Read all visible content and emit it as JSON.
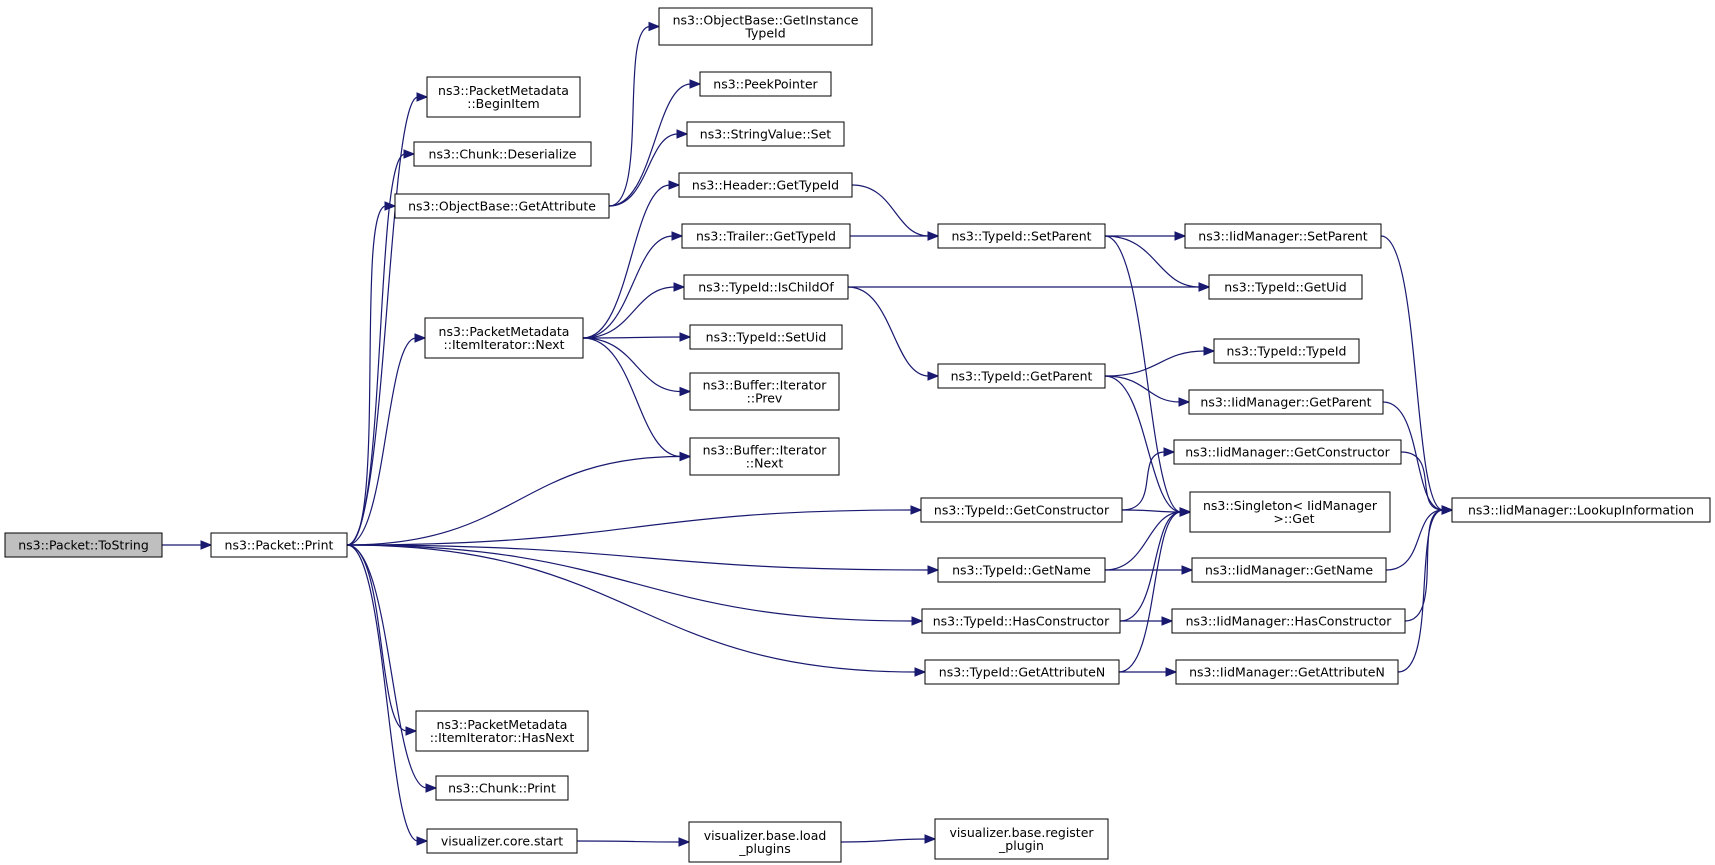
{
  "graph": {
    "nodes": [
      {
        "id": "tostring",
        "lines": [
          "ns3::Packet::ToString"
        ]
      },
      {
        "id": "print",
        "lines": [
          "ns3::Packet::Print"
        ]
      },
      {
        "id": "pm_beginitem",
        "lines": [
          "ns3::PacketMetadata",
          "::BeginItem"
        ]
      },
      {
        "id": "chunk_deserialize",
        "lines": [
          "ns3::Chunk::Deserialize"
        ]
      },
      {
        "id": "ob_getattribute",
        "lines": [
          "ns3::ObjectBase::GetAttribute"
        ]
      },
      {
        "id": "pm_next",
        "lines": [
          "ns3::PacketMetadata",
          "::ItemIterator::Next"
        ]
      },
      {
        "id": "pm_hasnext",
        "lines": [
          "ns3::PacketMetadata",
          "::ItemIterator::HasNext"
        ]
      },
      {
        "id": "chunk_print",
        "lines": [
          "ns3::Chunk::Print"
        ]
      },
      {
        "id": "viz_start",
        "lines": [
          "visualizer.core.start"
        ]
      },
      {
        "id": "ob_getinstancetypeid",
        "lines": [
          "ns3::ObjectBase::GetInstance",
          "TypeId"
        ]
      },
      {
        "id": "peekpointer",
        "lines": [
          "ns3::PeekPointer"
        ]
      },
      {
        "id": "stringvalue_set",
        "lines": [
          "ns3::StringValue::Set"
        ]
      },
      {
        "id": "header_gettypeid",
        "lines": [
          "ns3::Header::GetTypeId"
        ]
      },
      {
        "id": "trailer_gettypeid",
        "lines": [
          "ns3::Trailer::GetTypeId"
        ]
      },
      {
        "id": "typeid_ischildof",
        "lines": [
          "ns3::TypeId::IsChildOf"
        ]
      },
      {
        "id": "typeid_setuid",
        "lines": [
          "ns3::TypeId::SetUid"
        ]
      },
      {
        "id": "buf_prev",
        "lines": [
          "ns3::Buffer::Iterator",
          "::Prev"
        ]
      },
      {
        "id": "buf_next",
        "lines": [
          "ns3::Buffer::Iterator",
          "::Next"
        ]
      },
      {
        "id": "typeid_getconstructor",
        "lines": [
          "ns3::TypeId::GetConstructor"
        ]
      },
      {
        "id": "typeid_getname",
        "lines": [
          "ns3::TypeId::GetName"
        ]
      },
      {
        "id": "typeid_hasconstructor",
        "lines": [
          "ns3::TypeId::HasConstructor"
        ]
      },
      {
        "id": "typeid_getattributen",
        "lines": [
          "ns3::TypeId::GetAttributeN"
        ]
      },
      {
        "id": "viz_load_plugins",
        "lines": [
          "visualizer.base.load",
          "_plugins"
        ]
      },
      {
        "id": "viz_register_plugin",
        "lines": [
          "visualizer.base.register",
          "_plugin"
        ]
      },
      {
        "id": "typeid_setparent",
        "lines": [
          "ns3::TypeId::SetParent"
        ]
      },
      {
        "id": "typeid_getparent",
        "lines": [
          "ns3::TypeId::GetParent"
        ]
      },
      {
        "id": "iid_setparent",
        "lines": [
          "ns3::IidManager::SetParent"
        ]
      },
      {
        "id": "typeid_getuid",
        "lines": [
          "ns3::TypeId::GetUid"
        ]
      },
      {
        "id": "typeid_typeid",
        "lines": [
          "ns3::TypeId::TypeId"
        ]
      },
      {
        "id": "iid_getparent",
        "lines": [
          "ns3::IidManager::GetParent"
        ]
      },
      {
        "id": "iid_getconstructor",
        "lines": [
          "ns3::IidManager::GetConstructor"
        ]
      },
      {
        "id": "singleton_get",
        "lines": [
          "ns3::Singleton< IidManager",
          "  >::Get"
        ]
      },
      {
        "id": "iid_getname",
        "lines": [
          "ns3::IidManager::GetName"
        ]
      },
      {
        "id": "iid_hasconstructor",
        "lines": [
          "ns3::IidManager::HasConstructor"
        ]
      },
      {
        "id": "iid_getattributen",
        "lines": [
          "ns3::IidManager::GetAttributeN"
        ]
      },
      {
        "id": "iid_lookupinformation",
        "lines": [
          "ns3::IidManager::LookupInformation"
        ]
      }
    ],
    "edges": [
      [
        "tostring",
        "print"
      ],
      [
        "print",
        "pm_beginitem"
      ],
      [
        "print",
        "chunk_deserialize"
      ],
      [
        "print",
        "ob_getattribute"
      ],
      [
        "print",
        "pm_next"
      ],
      [
        "print",
        "buf_next"
      ],
      [
        "print",
        "typeid_getconstructor"
      ],
      [
        "print",
        "typeid_getname"
      ],
      [
        "print",
        "typeid_hasconstructor"
      ],
      [
        "print",
        "typeid_getattributen"
      ],
      [
        "print",
        "pm_hasnext"
      ],
      [
        "print",
        "chunk_print"
      ],
      [
        "print",
        "viz_start"
      ],
      [
        "ob_getattribute",
        "ob_getinstancetypeid"
      ],
      [
        "ob_getattribute",
        "peekpointer"
      ],
      [
        "ob_getattribute",
        "stringvalue_set"
      ],
      [
        "pm_next",
        "header_gettypeid"
      ],
      [
        "pm_next",
        "trailer_gettypeid"
      ],
      [
        "pm_next",
        "typeid_ischildof"
      ],
      [
        "pm_next",
        "typeid_setuid"
      ],
      [
        "pm_next",
        "buf_prev"
      ],
      [
        "pm_next",
        "buf_next"
      ],
      [
        "header_gettypeid",
        "typeid_setparent"
      ],
      [
        "trailer_gettypeid",
        "typeid_setparent"
      ],
      [
        "typeid_ischildof",
        "typeid_getuid"
      ],
      [
        "typeid_ischildof",
        "typeid_getparent"
      ],
      [
        "typeid_setparent",
        "iid_setparent"
      ],
      [
        "typeid_setparent",
        "typeid_getuid"
      ],
      [
        "typeid_setparent",
        "singleton_get"
      ],
      [
        "typeid_getparent",
        "typeid_typeid"
      ],
      [
        "typeid_getparent",
        "iid_getparent"
      ],
      [
        "typeid_getparent",
        "singleton_get"
      ],
      [
        "typeid_getconstructor",
        "iid_getconstructor"
      ],
      [
        "typeid_getconstructor",
        "singleton_get"
      ],
      [
        "typeid_getname",
        "singleton_get"
      ],
      [
        "typeid_getname",
        "iid_getname"
      ],
      [
        "typeid_hasconstructor",
        "singleton_get"
      ],
      [
        "typeid_hasconstructor",
        "iid_hasconstructor"
      ],
      [
        "typeid_getattributen",
        "singleton_get"
      ],
      [
        "typeid_getattributen",
        "iid_getattributen"
      ],
      [
        "iid_setparent",
        "iid_lookupinformation"
      ],
      [
        "iid_getparent",
        "iid_lookupinformation"
      ],
      [
        "iid_getconstructor",
        "iid_lookupinformation"
      ],
      [
        "iid_getname",
        "iid_lookupinformation"
      ],
      [
        "iid_hasconstructor",
        "iid_lookupinformation"
      ],
      [
        "iid_getattributen",
        "iid_lookupinformation"
      ],
      [
        "viz_start",
        "viz_load_plugins"
      ],
      [
        "viz_load_plugins",
        "viz_register_plugin"
      ]
    ]
  },
  "colors": {
    "edge": "#191970",
    "root_fill": "#bfbfbf",
    "node_fill": "#ffffff",
    "node_border": "#000000"
  }
}
